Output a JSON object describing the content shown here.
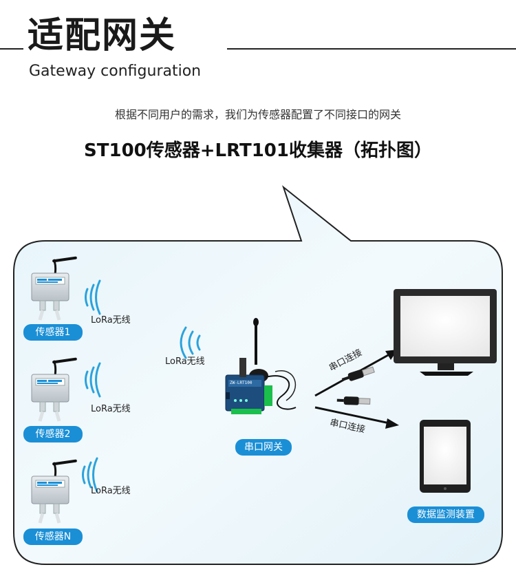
{
  "header": {
    "title_cn": "适配网关",
    "title_en": "Gateway configuration",
    "subtitle": "根据不同用户的需求，我们为传感器配置了不同接口的网关",
    "heading": "ST100传感器+LRT101收集器（拓扑图）"
  },
  "sensors": [
    {
      "label": "传感器1",
      "signal_label": "LoRa无线"
    },
    {
      "label": "传感器2",
      "signal_label": "LoRa无线"
    },
    {
      "label": "传感器N",
      "signal_label": "LoRa无线"
    }
  ],
  "gateway": {
    "label": "串口网关",
    "signal_label": "LoRa无线",
    "model_text": "ZW-LRT100"
  },
  "connections": {
    "top_label": "串口连接",
    "bottom_label": "串口连接"
  },
  "monitor_device": {
    "label": "数据监测装置"
  },
  "colors": {
    "accent": "#1a8fd6",
    "panel_bg": "#eaf6fb",
    "panel_border": "#222222",
    "signal": "#2aa3dc"
  }
}
